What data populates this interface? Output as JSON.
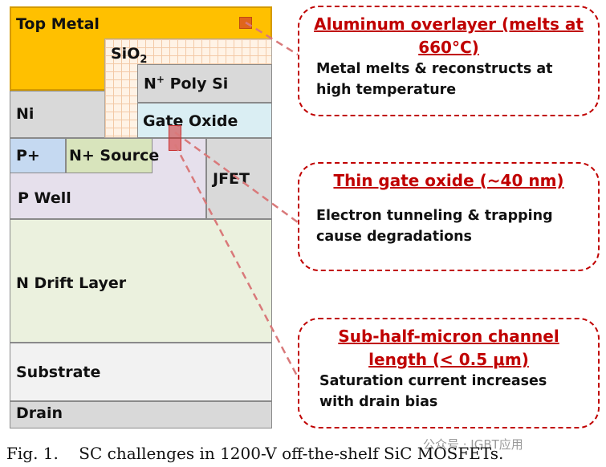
{
  "layers": {
    "top_metal": "Top Metal",
    "sio2_base": "SiO",
    "sio2_sub": "2",
    "n_poly_n": "N",
    "n_poly_sup": "+",
    "n_poly_rest": " Poly Si",
    "ni": "Ni",
    "gate_oxide": "Gate Oxide",
    "p_plus": "P+",
    "n_source": "N+ Source",
    "jfet": "JFET",
    "p_well": "P Well",
    "n_drift": "N Drift Layer",
    "substrate": "Substrate",
    "drain": "Drain"
  },
  "callouts": [
    {
      "title_lines": [
        "Aluminum overlayer (melts at",
        "660°C)"
      ],
      "body_lines": [
        "Metal melts & reconstructs at",
        "high temperature"
      ]
    },
    {
      "title_lines": [
        "Thin gate oxide (~40 nm)"
      ],
      "body_lines": [
        "Electron tunneling & trapping",
        "cause degradations"
      ]
    },
    {
      "title_lines": [
        "Sub-half-micron channel",
        "length (< 0.5 μm)"
      ],
      "body_lines": [
        "Saturation current increases",
        "with drain bias"
      ]
    }
  ],
  "caption": "Fig. 1.    SC challenges in 1200-V off-the-shelf SiC MOSFETs.",
  "watermark": "公众号 · IGBT应用",
  "colors": {
    "metal": "#ffc000",
    "poly": "#d9d9d9",
    "gate_oxide": "#daeef3",
    "p_plus": "#c5d9f1",
    "n_source": "#d8e4bc",
    "p_well": "#e6e0ec",
    "n_drift": "#ebf1de",
    "substrate": "#f2f2f2",
    "drain": "#d9d9d9",
    "accent": "#c00000"
  }
}
